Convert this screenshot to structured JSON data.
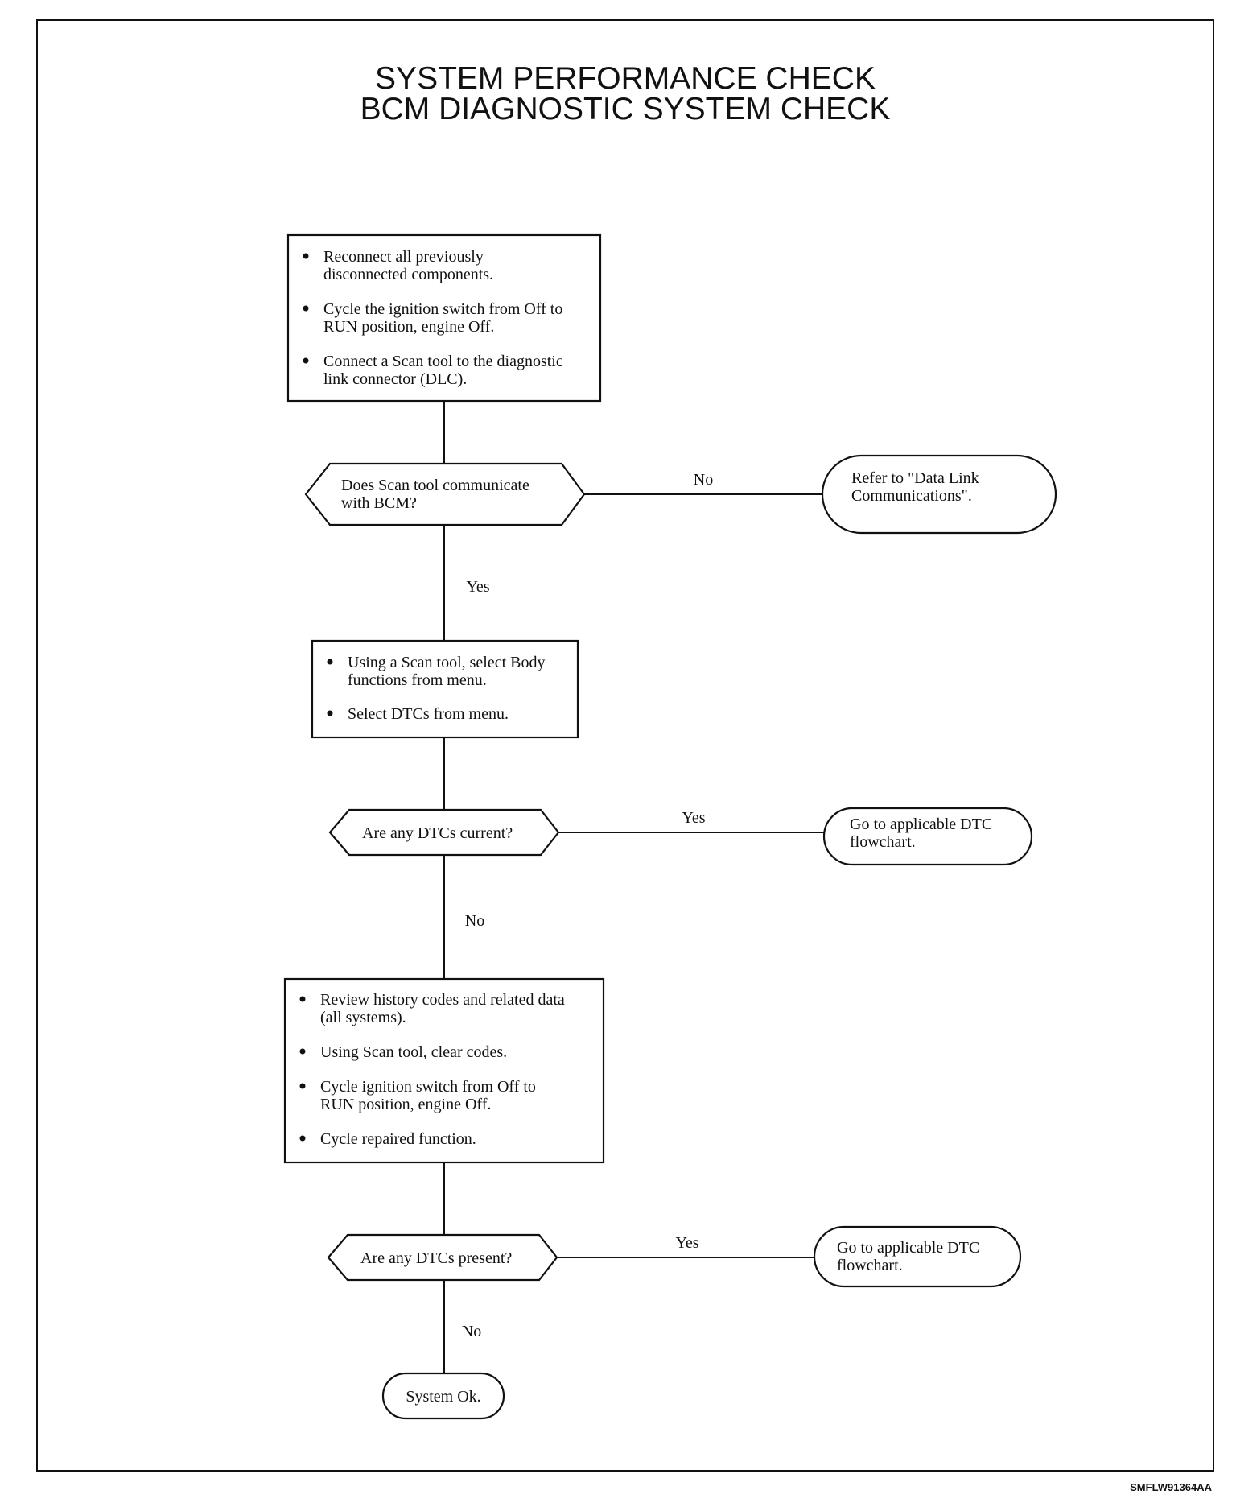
{
  "title": {
    "line1": "SYSTEM PERFORMANCE CHECK",
    "line2": "BCM DIAGNOSTIC SYSTEM CHECK"
  },
  "figure_code": "SMFLW91364AA",
  "steps": {
    "step1": [
      [
        "Reconnect all previously",
        "disconnected components."
      ],
      [
        "Cycle the ignition switch from Off to",
        "RUN position, engine Off."
      ],
      [
        "Connect a Scan tool to the diagnostic",
        "link connector (DLC)."
      ]
    ],
    "step2": [
      [
        "Using a Scan tool, select Body",
        "functions from menu."
      ],
      [
        "Select DTCs from menu."
      ]
    ],
    "step3": [
      [
        "Review history codes and related data",
        "(all systems)."
      ],
      [
        "Using Scan tool, clear codes."
      ],
      [
        "Cycle ignition switch from Off to",
        "RUN position, engine Off."
      ],
      [
        "Cycle repaired function."
      ]
    ]
  },
  "decisions": {
    "d1": [
      "Does Scan tool communicate",
      "with BCM?"
    ],
    "d2": [
      "Are any DTCs current?"
    ],
    "d3": [
      "Are any DTCs present?"
    ]
  },
  "terminals": {
    "t1": [
      "Refer to \"Data Link",
      "Communications\"."
    ],
    "t2": [
      "Go to applicable DTC",
      "flowchart."
    ],
    "t3": [
      "Go to applicable DTC",
      "flowchart."
    ],
    "end": [
      "System Ok."
    ]
  },
  "labels": {
    "d1_right": "No",
    "d1_down": "Yes",
    "d2_right": "Yes",
    "d2_down": "No",
    "d3_right": "Yes",
    "d3_down": "No"
  }
}
